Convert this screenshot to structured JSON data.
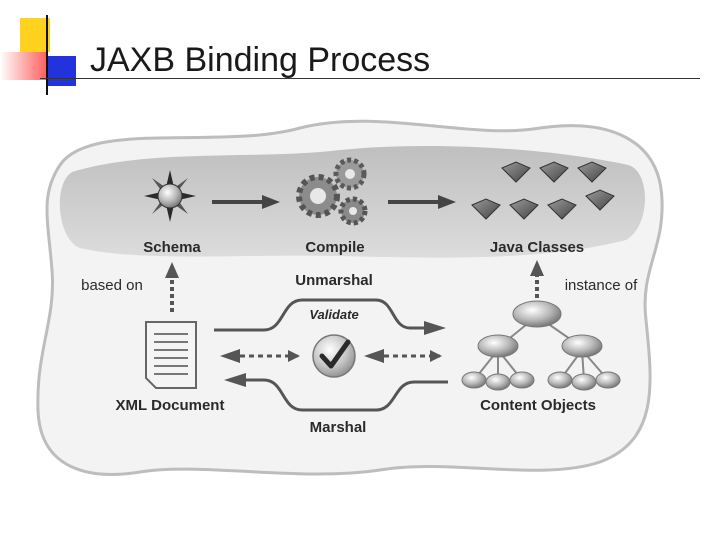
{
  "slide": {
    "title": "JAXB Binding Process"
  },
  "diagram": {
    "nodes": {
      "schema": "Schema",
      "compile": "Compile",
      "java_classes": "Java Classes",
      "xml_document": "XML Document",
      "content_objects": "Content Objects"
    },
    "edges": {
      "based_on": "based on",
      "instance_of": "instance of",
      "unmarshal": "Unmarshal",
      "validate": "Validate",
      "marshal": "Marshal"
    },
    "icons": [
      "compass-icon",
      "gears-icon",
      "cubes-icon",
      "document-icon",
      "checkmark-icon",
      "tree-icon"
    ]
  }
}
